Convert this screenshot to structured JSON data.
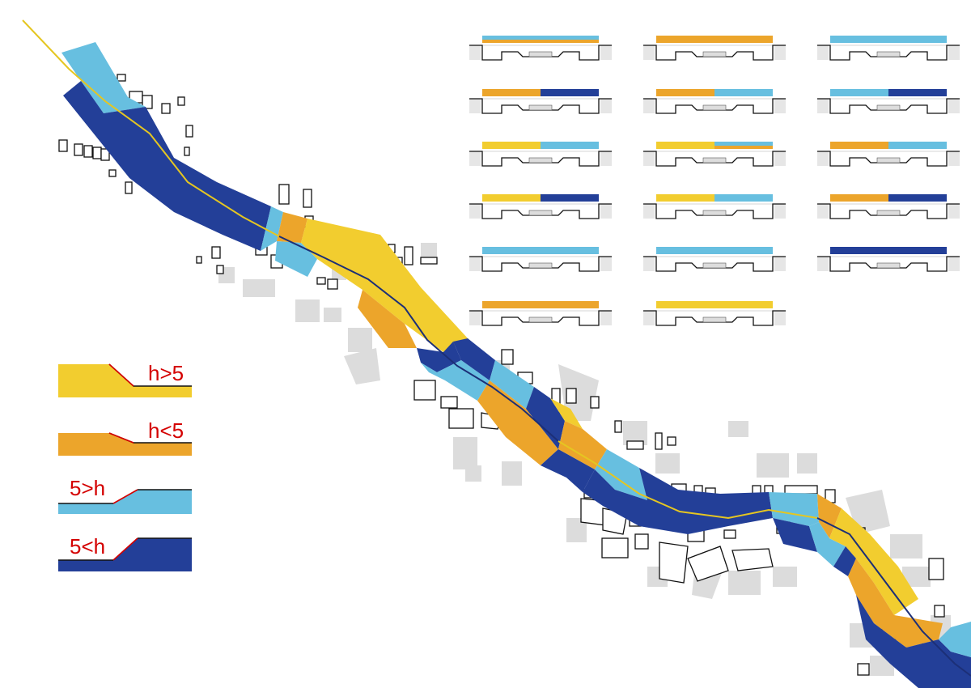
{
  "colors": {
    "yellow": "#f2cd2f",
    "orange": "#eca52b",
    "light_blue": "#67bfe0",
    "dark_blue": "#233f98",
    "label_red": "#d40000",
    "building_outline": "#111111",
    "building_grey": "#dcdcdc"
  },
  "legend": [
    {
      "id": "slope-high",
      "label": "h>5",
      "color_key": "yellow"
    },
    {
      "id": "slope-low",
      "label": "h<5",
      "color_key": "orange"
    },
    {
      "id": "wall-low",
      "label": "5>h",
      "color_key": "light_blue"
    },
    {
      "id": "wall-high",
      "label": "5<h",
      "color_key": "dark_blue"
    }
  ],
  "cross_sections": [
    {
      "bars": [
        "light_blue_over_orange"
      ]
    },
    {
      "bars": [
        "orange"
      ]
    },
    {
      "bars": [
        "light_blue"
      ]
    },
    {
      "bars": [
        "orange",
        "dark_blue"
      ]
    },
    {
      "bars": [
        "orange",
        "light_blue"
      ]
    },
    {
      "bars": [
        "light_blue",
        "dark_blue"
      ]
    },
    {
      "bars": [
        "yellow",
        "light_blue"
      ]
    },
    {
      "bars": [
        "yellow",
        "light_blue_over_orange"
      ]
    },
    {
      "bars": [
        "orange",
        "light_blue"
      ]
    },
    {
      "bars": [
        "yellow",
        "dark_blue"
      ]
    },
    {
      "bars": [
        "yellow",
        "light_blue"
      ]
    },
    {
      "bars": [
        "orange",
        "dark_blue"
      ]
    },
    {
      "bars": [
        "light_blue"
      ]
    },
    {
      "bars": [
        "light_blue"
      ]
    },
    {
      "bars": [
        "dark_blue"
      ]
    },
    {
      "bars": [
        "orange"
      ]
    },
    {
      "bars": [
        "yellow"
      ]
    }
  ]
}
